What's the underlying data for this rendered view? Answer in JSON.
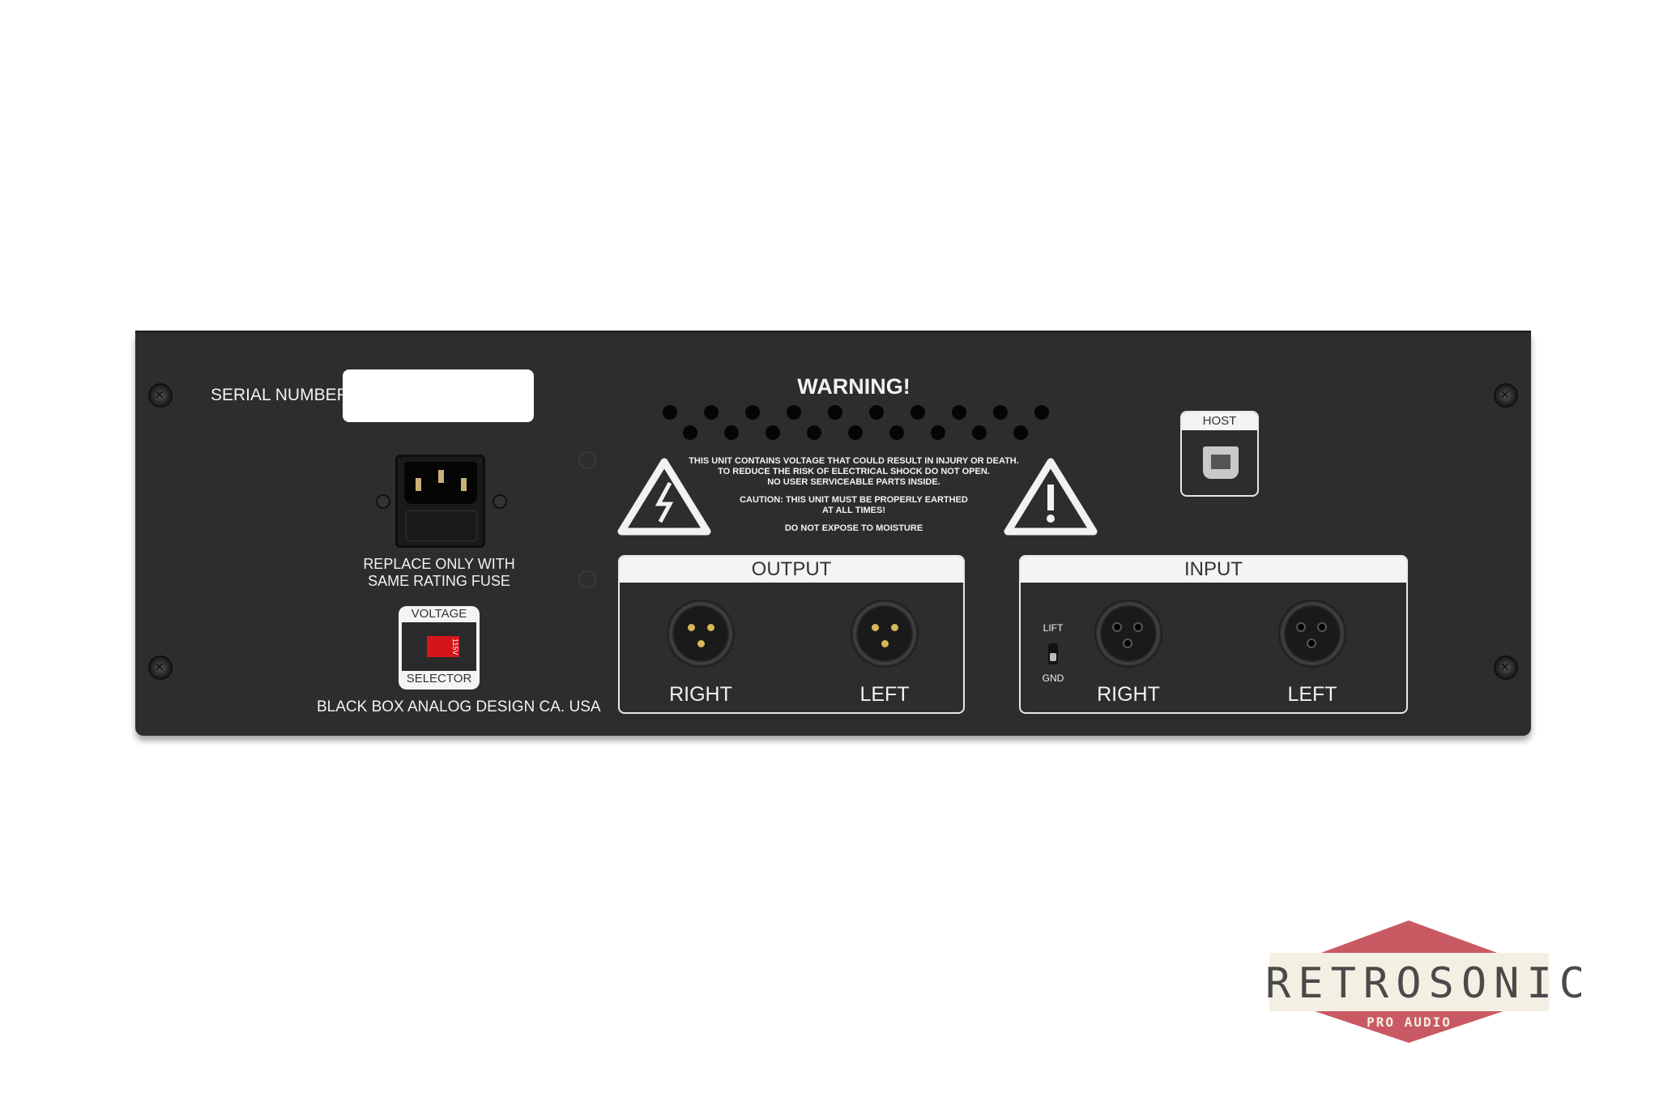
{
  "panel": {
    "serial_label": "SERIAL NUMBER",
    "fuse_note": [
      "REPLACE ONLY WITH",
      "SAME RATING FUSE"
    ],
    "voltage": {
      "top": "VOLTAGE",
      "bottom": "SELECTOR",
      "value": "115V"
    },
    "brand": "BLACK BOX ANALOG DESIGN  CA. USA",
    "warning": {
      "title": "WARNING!",
      "lines": [
        "THIS UNIT CONTAINS VOLTAGE THAT COULD RESULT IN INJURY OR DEATH.",
        "TO REDUCE THE RISK OF ELECTRICAL SHOCK DO NOT OPEN.",
        "NO USER SERVICEABLE PARTS INSIDE.",
        "CAUTION:  THIS UNIT MUST BE PROPERLY EARTHED",
        "AT ALL TIMES!",
        "DO NOT EXPOSE TO MOISTURE"
      ]
    },
    "host": "HOST",
    "output": {
      "title": "OUTPUT",
      "right": "RIGHT",
      "left": "LEFT"
    },
    "input": {
      "title": "INPUT",
      "right": "RIGHT",
      "left": "LEFT",
      "lift": "LIFT",
      "gnd": "GND"
    }
  },
  "logo": {
    "name": "RETROSONIC",
    "sub": "PRO AUDIO",
    "colors": {
      "diamond": "#c95a63",
      "band": "#f3efe2",
      "text": "#4a4a4a"
    }
  },
  "colors": {
    "panel": "#2d2d2e",
    "voltage_switch": "#d4151c"
  }
}
